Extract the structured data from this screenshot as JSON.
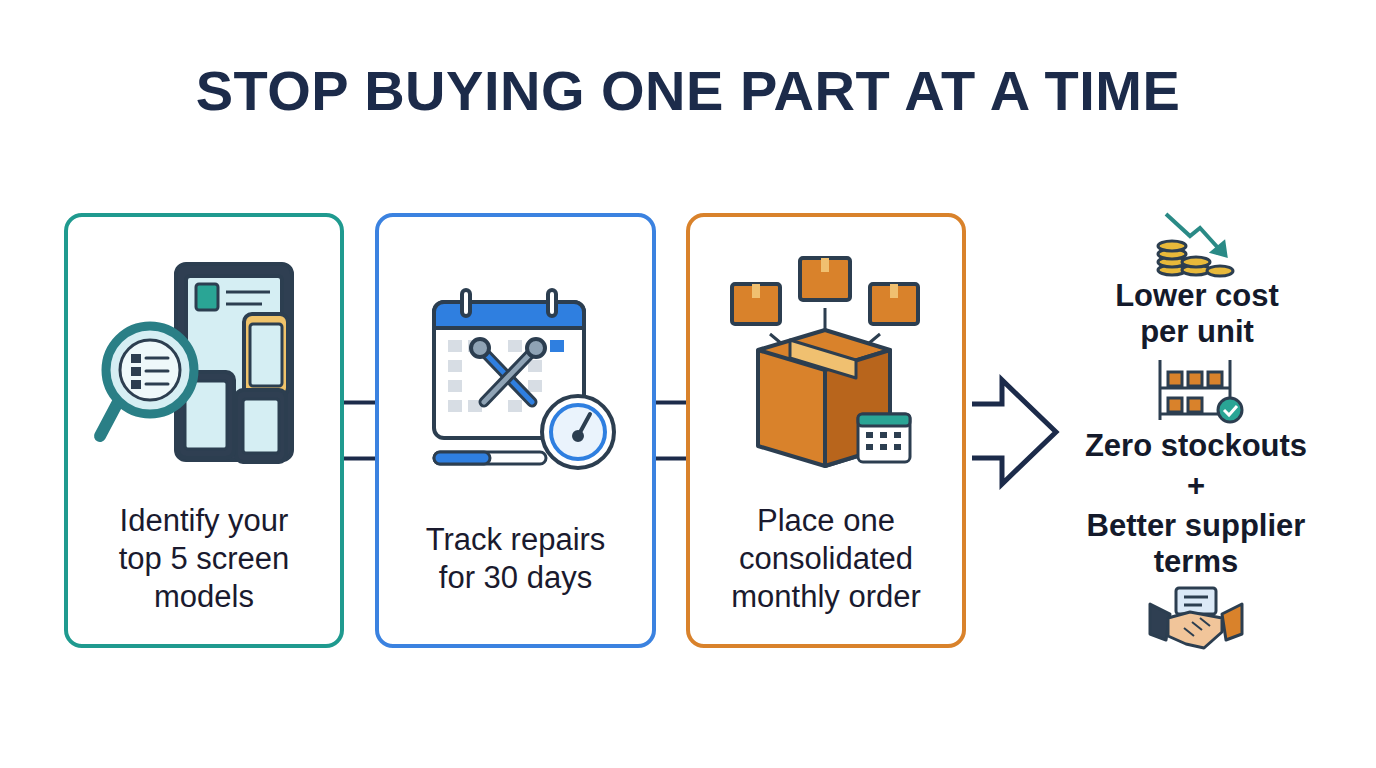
{
  "diagram": {
    "title": "STOP BUYING ONE PART AT A TIME",
    "nodes": [
      {
        "text": [
          "Identify your top 5 screen models"
        ]
      },
      {
        "text": [
          "Track repairs for 30 days"
        ]
      },
      {
        "text": [
          "Place one consolidated monthly order"
        ]
      }
    ],
    "edges": [
      {
        "from": 0,
        "to": 1,
        "arrow": "none"
      },
      {
        "from": 0,
        "to": 1,
        "arrow": "none"
      },
      {
        "from": 1,
        "to": 2,
        "arrow": "none"
      },
      {
        "from": 1,
        "to": 2,
        "arrow": "none"
      }
    ],
    "labels": [
      "Lower cost per unit",
      "Zero stockouts",
      "+",
      "Better supplier terms"
    ]
  }
}
